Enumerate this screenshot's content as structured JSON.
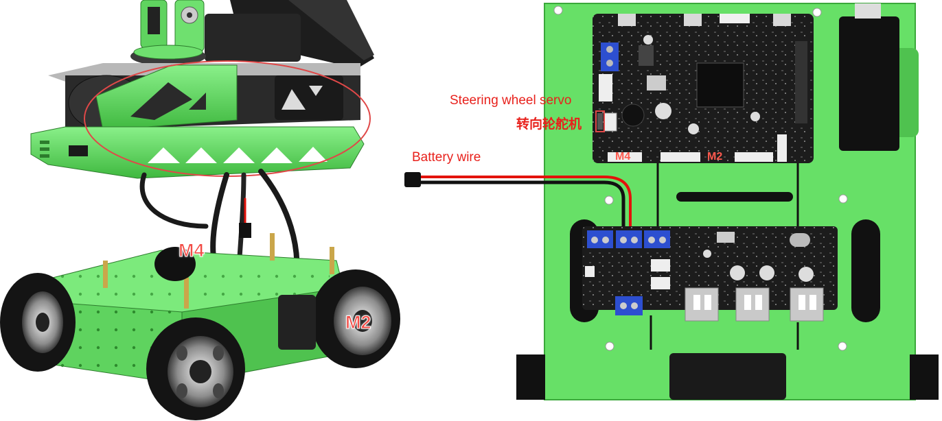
{
  "labels": {
    "m4_car": "M4",
    "m2_car": "M2",
    "steering": "Steering wheel servo",
    "steering_cn": "转向轮舵机",
    "battery": "Battery wire",
    "m4_board": "M4",
    "m2_board": "M2"
  },
  "colors": {
    "chassis_green": "#66e066",
    "chassis_dark": "#3aa83a",
    "pcb": "#1c1c1c",
    "terminal_blue": "#2d4fd0",
    "wire_red": "#e3120b",
    "wire_black": "#111111",
    "highlight": "#e04848",
    "label_red": "#e8211c"
  },
  "icons": {
    "servo_connector": "white-3pin-connector-icon",
    "battery_plug": "black-plug-icon",
    "tire": "black-tire-icon"
  }
}
